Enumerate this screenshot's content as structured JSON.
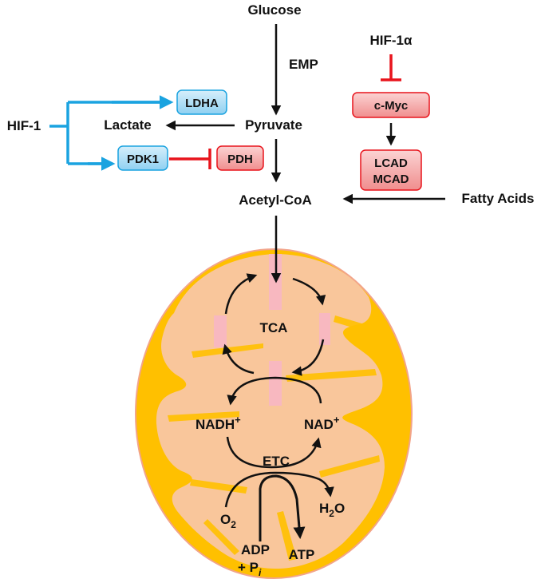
{
  "nodes": {
    "glucose": "Glucose",
    "emp": "EMP",
    "hif1a": "HIF-1α",
    "hif1": "HIF-1",
    "lactate": "Lactate",
    "pyruvate": "Pyruvate",
    "acetyl_coa": "Acetyl-CoA",
    "fatty_acids": "Fatty Acids"
  },
  "boxes": {
    "ldha": "LDHA",
    "pdk1": "PDK1",
    "pdh": "PDH",
    "cmyc": "c-Myc",
    "lcad": "LCAD",
    "mcad": "MCAD"
  },
  "mito": {
    "tca": "TCA",
    "nadh": "NADH",
    "nadh_sup": "+",
    "nad": "NAD",
    "nad_sup": "+",
    "etc": "ETC",
    "o2": "O",
    "o2_sub": "2",
    "h2o_h": "H",
    "h2o_sub": "2",
    "h2o_o": "O",
    "adp": "ADP",
    "pi_prefix": "+ P",
    "pi_sub": "i",
    "atp": "ATP"
  },
  "colors": {
    "inhibit": "#e8141c",
    "hif1_arrow": "#1aa3e0",
    "blue_fill": "#a9dcf5",
    "blue_stroke": "#1aa3e0",
    "red_fill": "#f4a6a6",
    "red_stroke": "#e8141c",
    "mito_outer": "#ffc000",
    "mito_inner": "#f8c7a8"
  }
}
